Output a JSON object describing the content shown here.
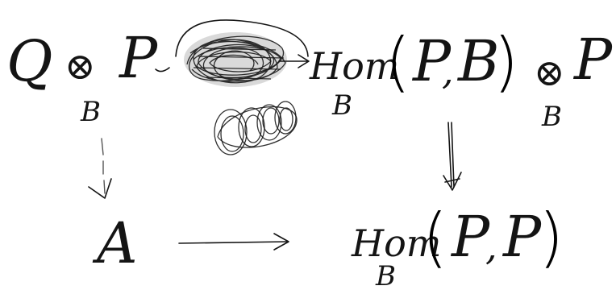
{
  "top_left": {
    "q": "Q",
    "tensor": "⊗",
    "base": "B",
    "p": "P"
  },
  "top_right": {
    "hom": "Hom",
    "base": "B",
    "open": "(",
    "arg1": "P",
    "comma": ",",
    "arg2": "B",
    "close": ")",
    "tensor": "⊗",
    "tensor_base": "B",
    "p": "P"
  },
  "bottom_left": {
    "a": "A"
  },
  "bottom_right": {
    "hom": "Hom",
    "base": "B",
    "open": "(",
    "arg1": "P",
    "comma": ",",
    "arg2": "P",
    "close": ")"
  }
}
